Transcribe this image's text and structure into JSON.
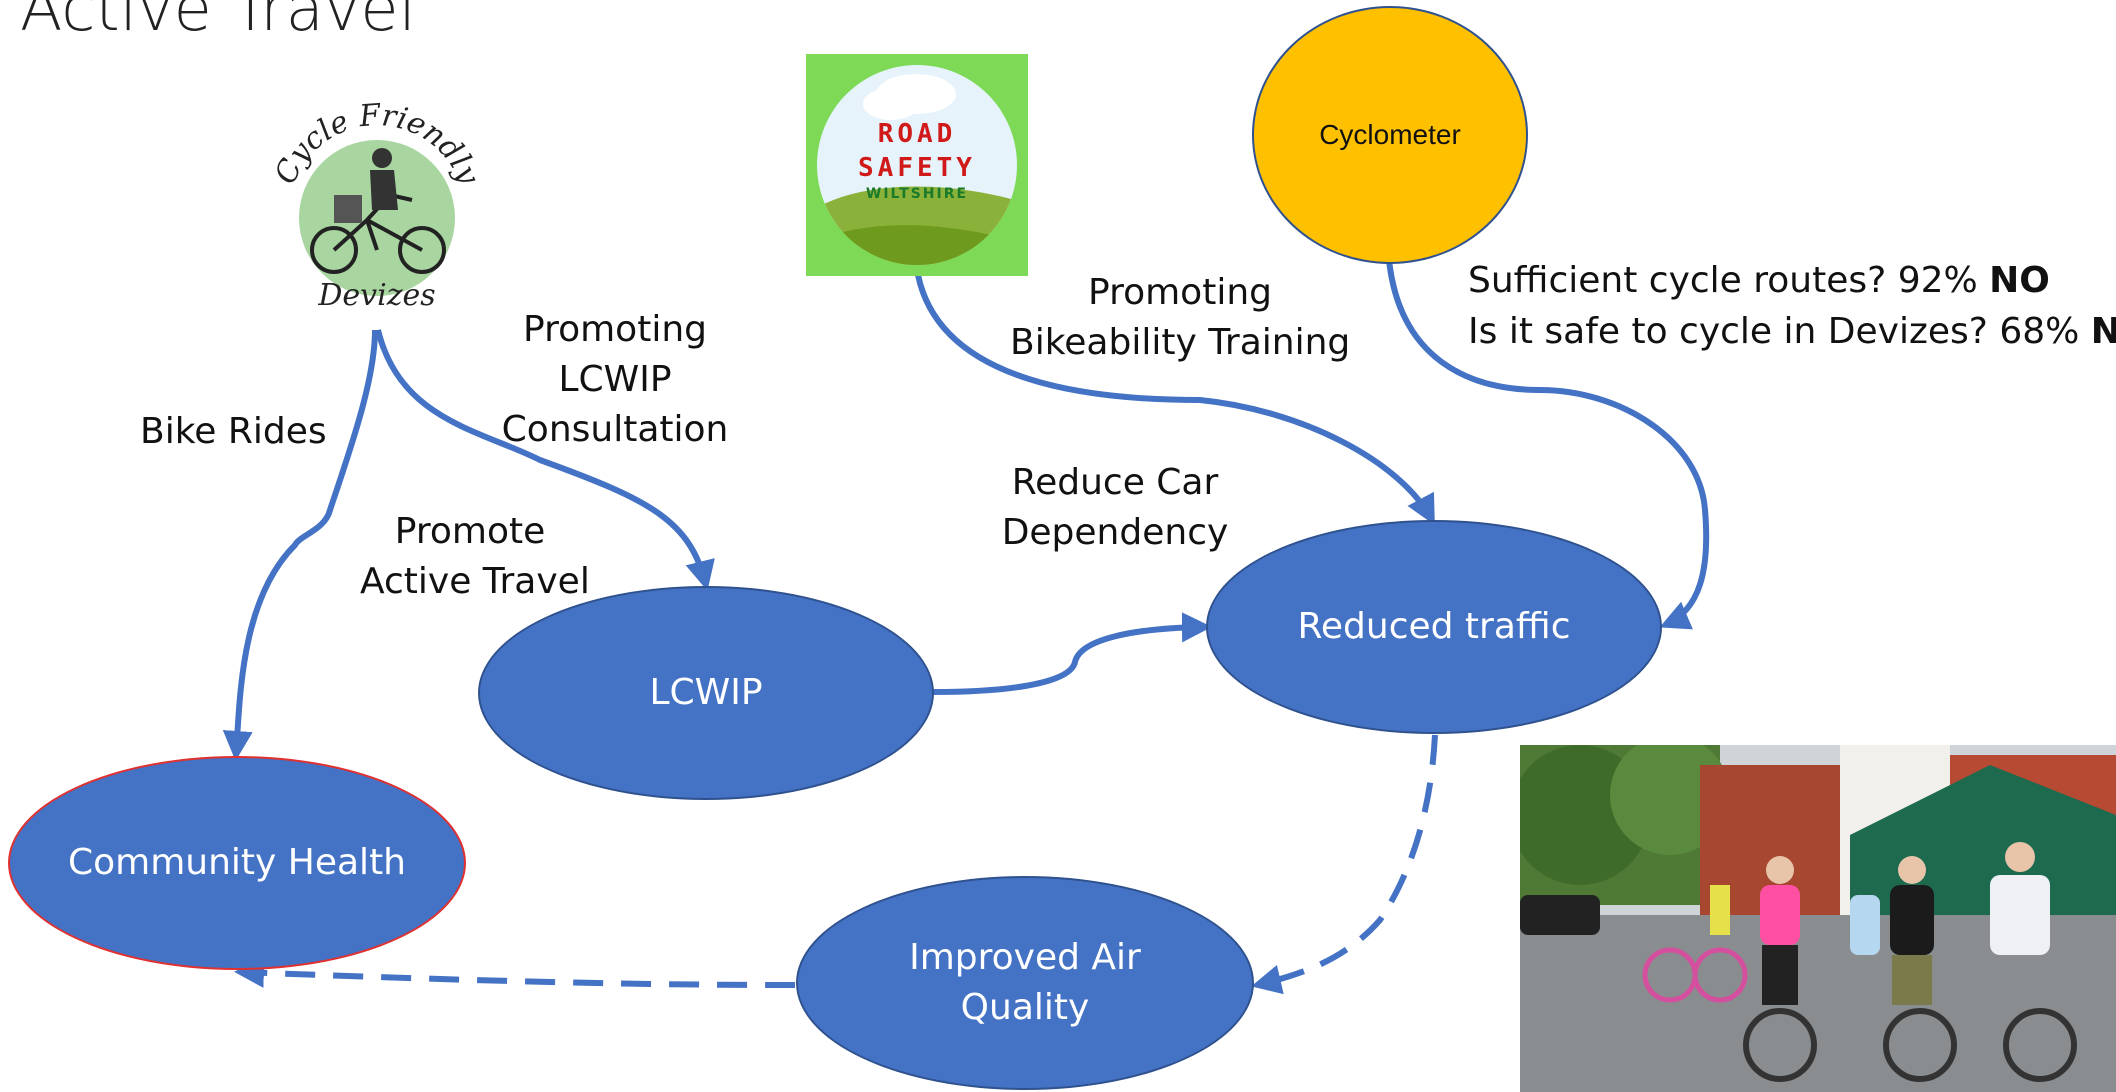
{
  "title": "Active Travel",
  "logos": {
    "cycle_friendly": {
      "top": "Cycle Friendly",
      "bottom": "Devizes"
    },
    "road_safety": {
      "line1": "ROAD",
      "line2": "SAFETY",
      "line3": "WILTSHIRE"
    }
  },
  "nodes": {
    "community_health": "Community Health",
    "lcwip": "LCWIP",
    "reduced_traffic": "Reduced traffic",
    "improved_air_quality": "Improved Air Quality",
    "cyclometer": "Cyclometer"
  },
  "labels": {
    "bike_rides": "Bike Rides",
    "promoting_lcwip_1": "Promoting",
    "promoting_lcwip_2": "LCWIP",
    "promoting_lcwip_3": "Consultation",
    "promote_active_1": "Promote",
    "promote_active_2": "Active Travel",
    "bikeability_1": "Promoting",
    "bikeability_2": "Bikeability Training",
    "reduce_car_1": "Reduce Car",
    "reduce_car_2": "Dependency"
  },
  "survey": {
    "q1": "Sufficient cycle routes? 92%",
    "a1": "NO",
    "q2": "Is it safe to cycle in Devizes? 68%",
    "a2": "NO"
  },
  "colors": {
    "node_fill": "#4472c4",
    "node_border": "#2f528f",
    "cyclometer_fill": "#ffc000",
    "community_border": "#e03030",
    "arrow": "#4472c4"
  }
}
